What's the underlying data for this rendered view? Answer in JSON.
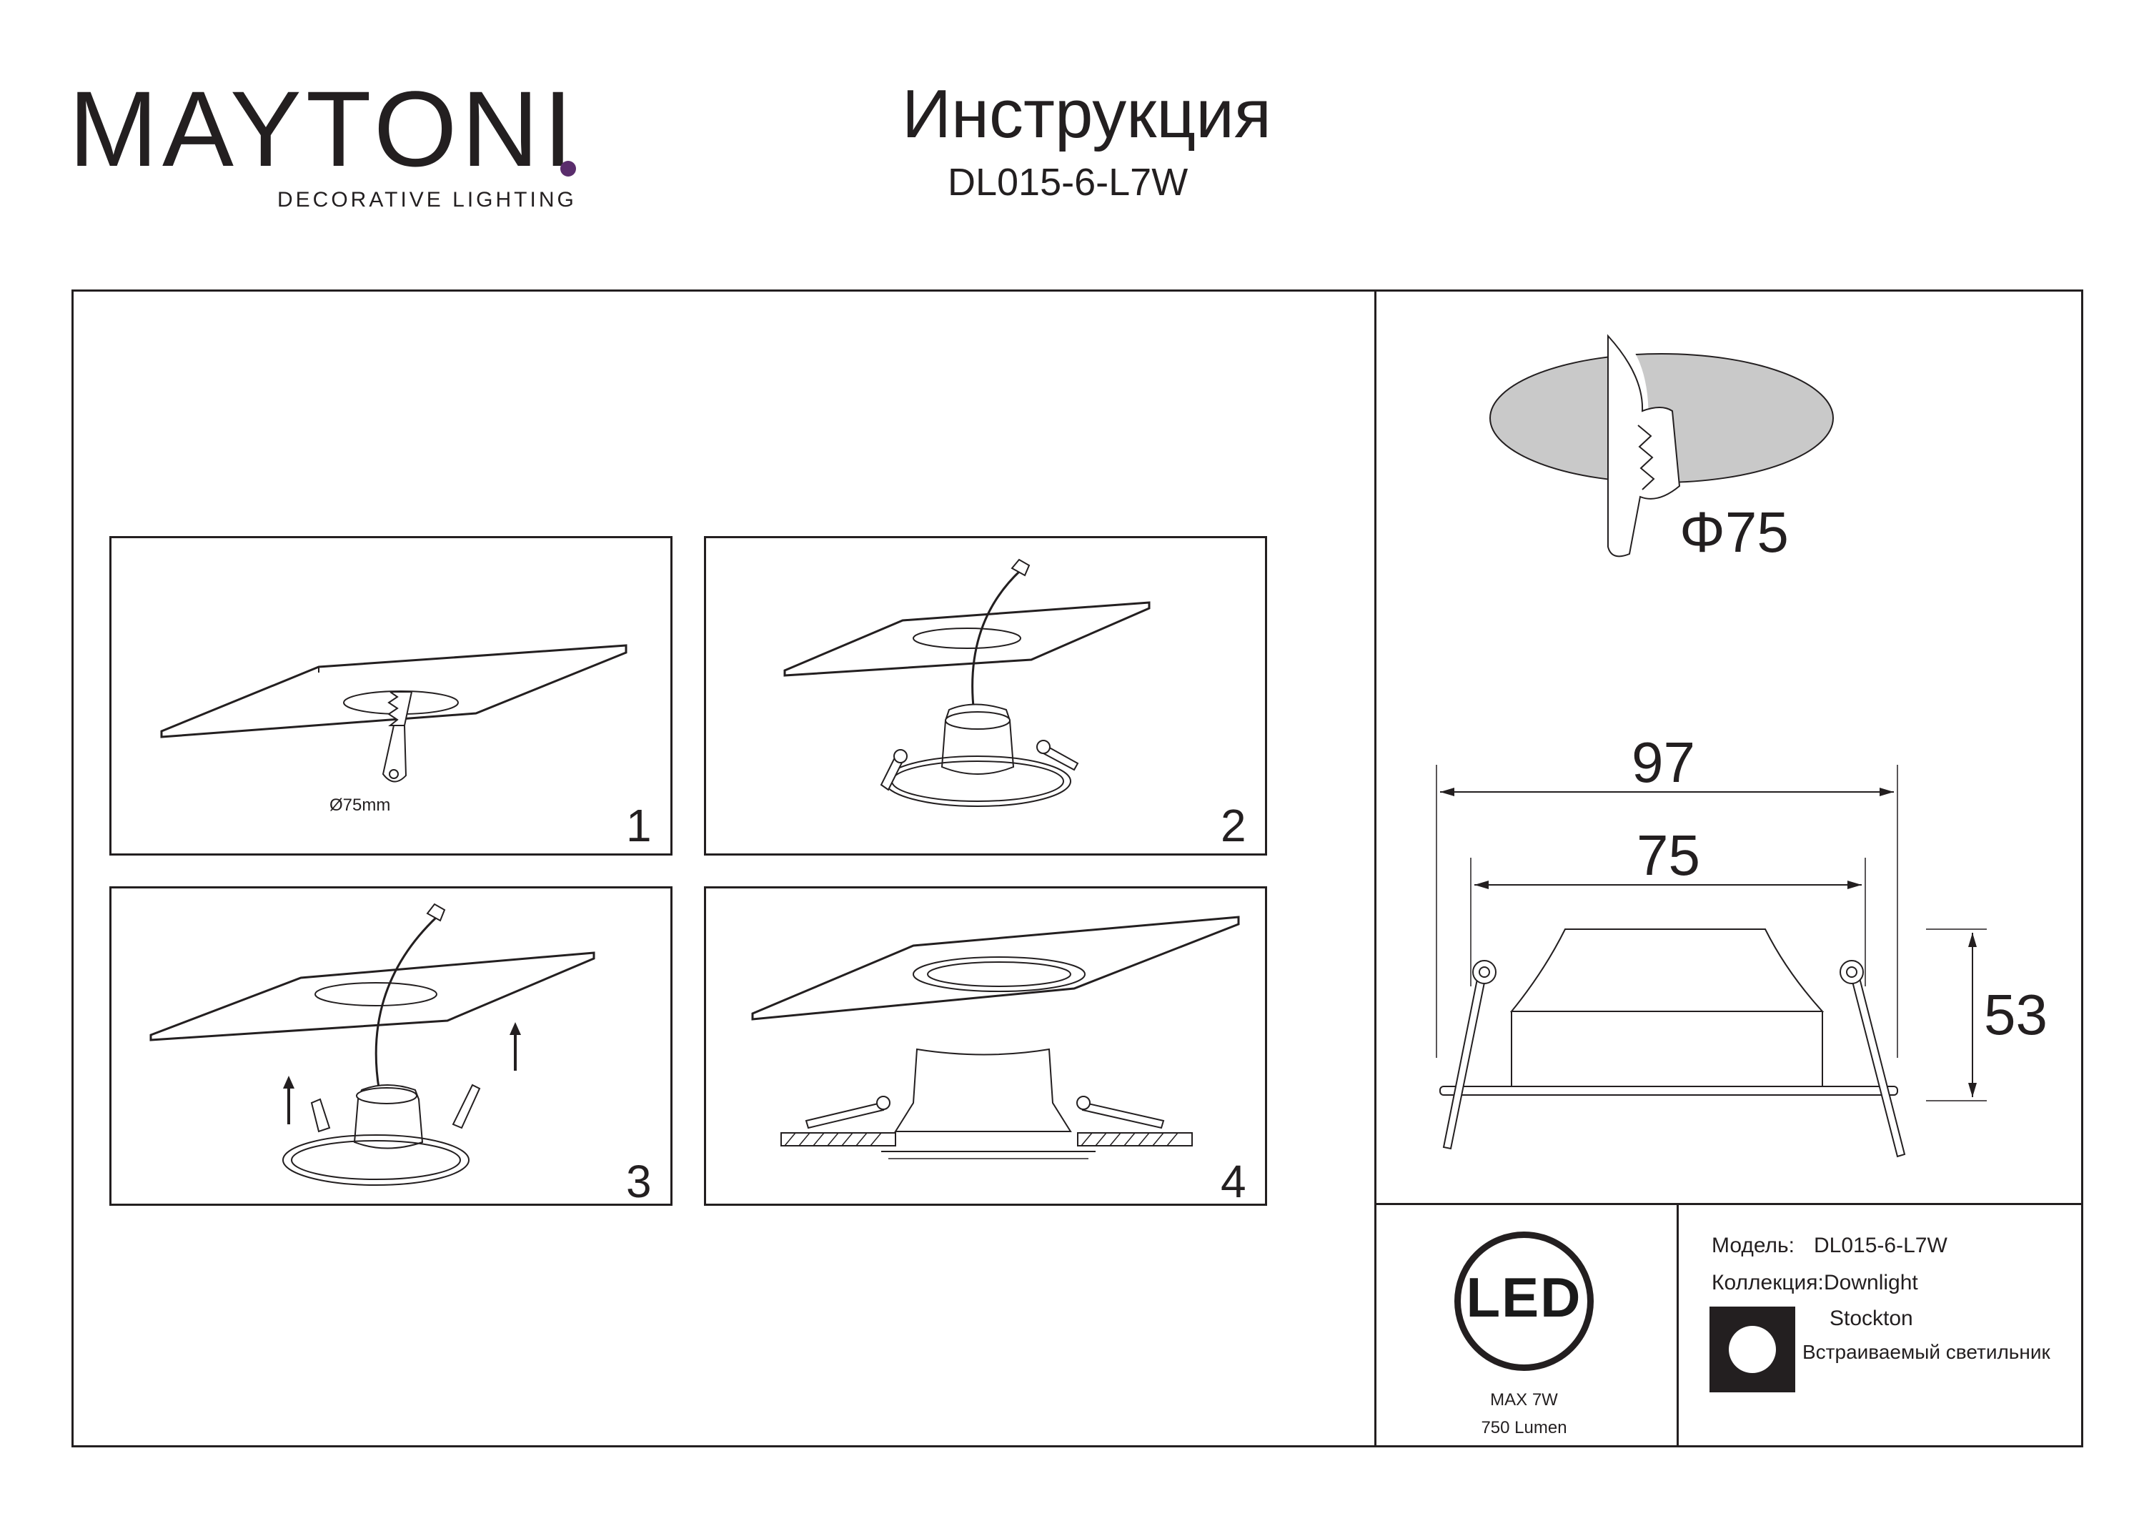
{
  "brand": {
    "name": "MAYTONI",
    "tagline": "DECORATIVE LIGHTING"
  },
  "header": {
    "title": "Инструкция",
    "model": "DL015-6-L7W"
  },
  "steps": [
    {
      "number": "1",
      "caption": "Ø75mm"
    },
    {
      "number": "2"
    },
    {
      "number": "3"
    },
    {
      "number": "4"
    }
  ],
  "cutout": {
    "label": "Φ75"
  },
  "dimensions": {
    "outer_width": "97",
    "inner_width": "75",
    "height": "53"
  },
  "led_badge": {
    "label": "LED",
    "max_power": "MAX 7W",
    "lumen": "750 Lumen"
  },
  "specs": {
    "model_label": "Модель:",
    "model_value": "DL015-6-L7W",
    "collection_label": "Коллекция:",
    "collection_value": "Downlight",
    "series": "Stockton",
    "type": "Встраиваемый светильник"
  },
  "colors": {
    "brand_dot": "#5a2d6c",
    "ink": "#231f20",
    "cutout_fill": "#c9c9c9"
  }
}
